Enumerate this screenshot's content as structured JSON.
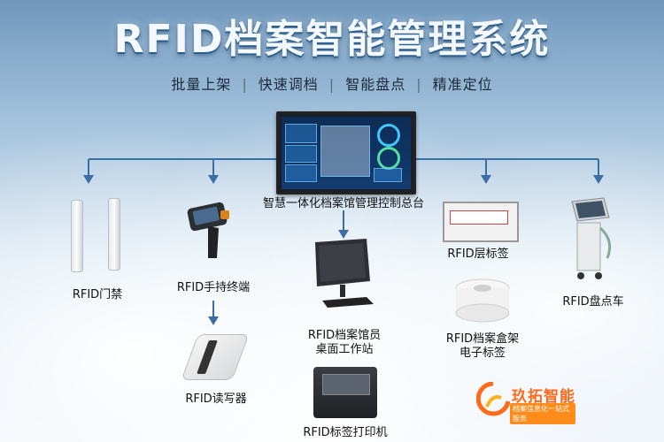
{
  "header": {
    "title": "RFID档案智能管理系统",
    "features": [
      "批量上架",
      "快速调档",
      "智能盘点",
      "精准定位"
    ]
  },
  "center": {
    "label": "智慧一体化档案馆管理控制总台"
  },
  "devices": {
    "gate": "RFID门禁",
    "handheld": "RFID手持终端",
    "reader": "RFID读写器",
    "workstation": [
      "RFID档案馆员",
      "桌面工作站"
    ],
    "printer": "RFID标签打印机",
    "shelf_tag": "RFID层标签",
    "box_tag": [
      "RFID档案盒架",
      "电子标签"
    ],
    "cart": "RFID盘点车"
  },
  "logo": {
    "name": "玖拓智能",
    "slogan": "档案信息化一站式服务"
  },
  "colors": {
    "connector": "#3a6ea5",
    "logo_orange": "#ff6a1a"
  }
}
